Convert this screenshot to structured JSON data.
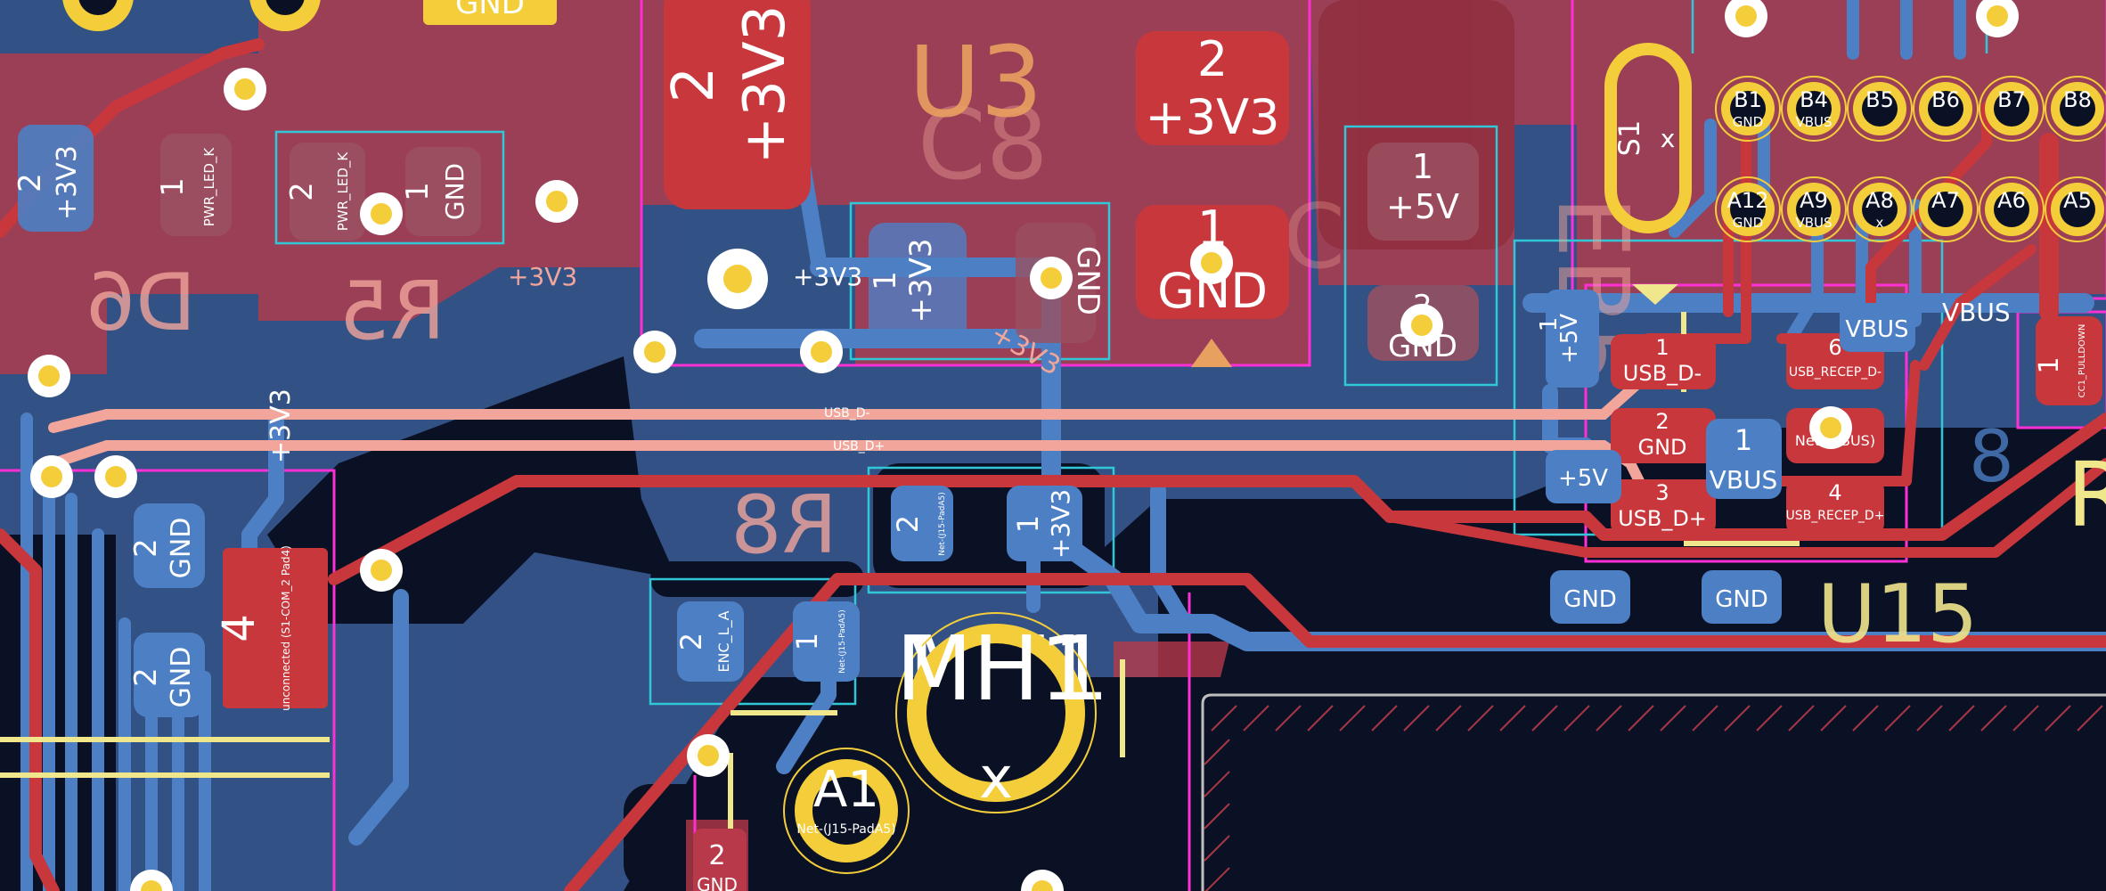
{
  "board": {
    "colors": {
      "background": "#0b1124",
      "front_copper": "#c8373c",
      "front_copper_fill": "#b83a4a",
      "back_copper": "#4d7fc4",
      "back_copper_fill": "#3a5d96",
      "silkscreen": "#f0e68c",
      "courtyard": "#ff2fd6",
      "fab_outline": "#30c8d8",
      "via_ring": "#f4ce3a",
      "label_front": "#ffffff",
      "net_label_front": "#ffd6d6",
      "back_silk": "#f2a59a"
    }
  },
  "refs": {
    "u3": "U3",
    "c8": "C8",
    "eb5": "EB5",
    "mh1": "MH1",
    "d6": "D6",
    "r5": "R5",
    "r8": "R8",
    "u15": "U15",
    "s1": "S1",
    "a1": "A1",
    "c_small": "C",
    "p_letter": "R",
    "side_r": "R",
    "side_8": "8",
    "d_letter": "D"
  },
  "pads": {
    "u3_big_num": "2",
    "u3_big_net": "+3V3",
    "u3_pin2_num": "2",
    "u3_pin2_net": "+3V3",
    "u3_pin1_num": "1",
    "u3_pin1_net": "GND",
    "cap_p1_num": "1",
    "cap_p1_net": "+3V3",
    "cap_p2_num": "2",
    "cap_p2_net": "GND",
    "cap_p3_net": "+3V3",
    "v5_p1_num": "1",
    "v5_p1_net": "+5V",
    "v5_p2_num": "2",
    "v5_p2_net": "GND",
    "led_p1_num": "1",
    "led_p1_net": "PWR_LED_K",
    "led_p2_num": "2",
    "led_p2_net": "PWR_LED_K",
    "led_gnd_num": "1",
    "led_gnd_net": "GND",
    "left_p2_num": "2",
    "left_p2_net": "+3V3",
    "gnd_a_num": "2",
    "gnd_a_net": "GND",
    "gnd_b_num": "2",
    "gnd_b_net": "GND",
    "v33_vert": "+3V3",
    "pad4_num": "4",
    "pad4_net": "unconnected (S1-COM_2 Pad4)",
    "r8_p2_num": "2",
    "r8_p2_net": "Net-(J15-PadA5)",
    "r8_p1_num": "1",
    "r8_p1_net": "+3V3",
    "enc_p2_num": "2",
    "enc_p2_net": "ENC_L_A",
    "enc_p1_num": "1",
    "enc_p1_net": "Net-(J15-PadA5)",
    "a1_net": "Net-(J15-PadA5)",
    "mh1_x": "x",
    "s1_x": "x",
    "bottom_p2": "2",
    "bottom_gnd": "GND",
    "usb_p1_num": "1",
    "usb_p1_net": "USB_D-",
    "usb_p2_num": "2",
    "usb_p2_net": "GND",
    "usb_p3_num": "3",
    "usb_p3_net": "USB_D+",
    "usb_p6_num": "6",
    "usb_p6_net": "USB_RECEP_D-",
    "usb_p5_net": "Net-(VBUS)",
    "usb_p4_num": "4",
    "usb_p4_net": "USB_RECEP_D+",
    "vbus_p1_num": "1",
    "vbus_p1_net": "VBUS",
    "plus5v_a": "+5V",
    "plus5v_b": "+5V",
    "gnd_c": "GND",
    "gnd_d": "GND",
    "vbus_top": "VBUS",
    "vbus_right": "VBUS",
    "cc1": "CC1_PULLDOWN",
    "one": "1"
  },
  "conn": {
    "top_row": [
      "B1",
      "B4",
      "B5",
      "B6",
      "B7",
      "B8"
    ],
    "top_nets": [
      "GND",
      "VBUS",
      "",
      "",
      "",
      ""
    ],
    "bottom_row": [
      "A12",
      "A9",
      "A8",
      "A7",
      "A6",
      "A5"
    ],
    "bottom_nets": [
      "GND",
      "VBUS",
      "x",
      "",
      "",
      ""
    ]
  },
  "nets": {
    "usb_dm": "USB_D-",
    "usb_dp": "USB_D+",
    "v33_label": "+3V3",
    "v33_label2": "+3V3",
    "gnd_top": "GND"
  }
}
